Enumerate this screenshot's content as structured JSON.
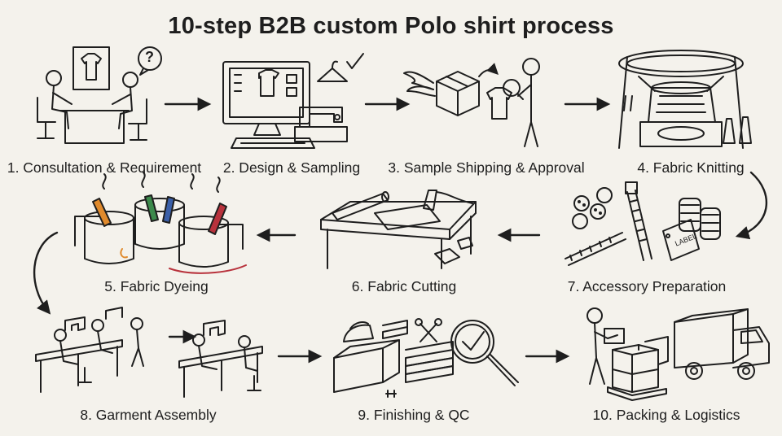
{
  "title": "10-step B2B custom Polo shirt process",
  "steps": [
    {
      "label": "1. Consultation & Requirement",
      "icon": "consultation-icon"
    },
    {
      "label": "2. Design & Sampling",
      "icon": "design-sampling-icon"
    },
    {
      "label": "3. Sample Shipping & Approval",
      "icon": "sample-shipping-icon"
    },
    {
      "label": "4. Fabric Knitting",
      "icon": "knitting-machine-icon"
    },
    {
      "label": "7. Accessory Preparation",
      "icon": "accessories-icon"
    },
    {
      "label": "6. Fabric Cutting",
      "icon": "cutting-table-icon"
    },
    {
      "label": "5. Fabric Dyeing",
      "icon": "dye-vats-icon"
    },
    {
      "label": "8. Garment Assembly",
      "icon": "sewing-workers-icon"
    },
    {
      "label": "9. Finishing & QC",
      "icon": "finishing-qc-icon"
    },
    {
      "label": "10. Packing & Logistics",
      "icon": "truck-icon"
    }
  ],
  "speech_bubble": "?",
  "accessory_tag": "LABEL",
  "colors": {
    "ink": "#1e1e1e",
    "background": "#f4f2ec",
    "dye_orange": "#e08a2c",
    "dye_green": "#3c8a4c",
    "dye_blue": "#3a5fa8",
    "dye_red": "#b8323c"
  }
}
